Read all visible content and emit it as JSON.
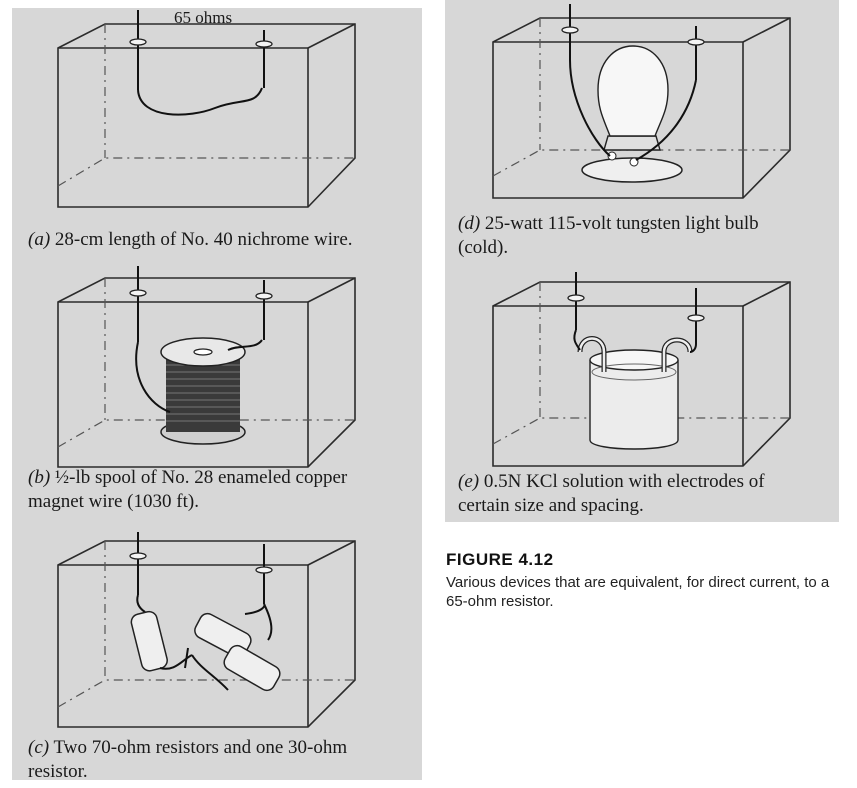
{
  "figure": {
    "title": "FIGURE 4.12",
    "description": "Various devices that are equivalent, for direct current, to a 65-ohm resistor."
  },
  "panels": {
    "a": {
      "label": "65 ohms",
      "caption_tag": "(a)",
      "caption_text": " 28-cm length of No. 40 nichrome wire."
    },
    "b": {
      "caption_tag": "(b)",
      "caption_text_1": " ½-lb spool of No. 28 enameled copper",
      "caption_text_2": "magnet wire (1030 ft)."
    },
    "c": {
      "caption_tag": "(c)",
      "caption_text_1": " Two 70-ohm resistors and one 30-ohm",
      "caption_text_2": "resistor."
    },
    "d": {
      "caption_tag": "(d)",
      "caption_text_1": " 25-watt 115-volt tungsten light bulb",
      "caption_text_2": "(cold)."
    },
    "e": {
      "caption_tag": "(e)",
      "caption_text_1": " 0.5N KCl solution with electrodes of",
      "caption_text_2": "certain size and spacing."
    }
  }
}
